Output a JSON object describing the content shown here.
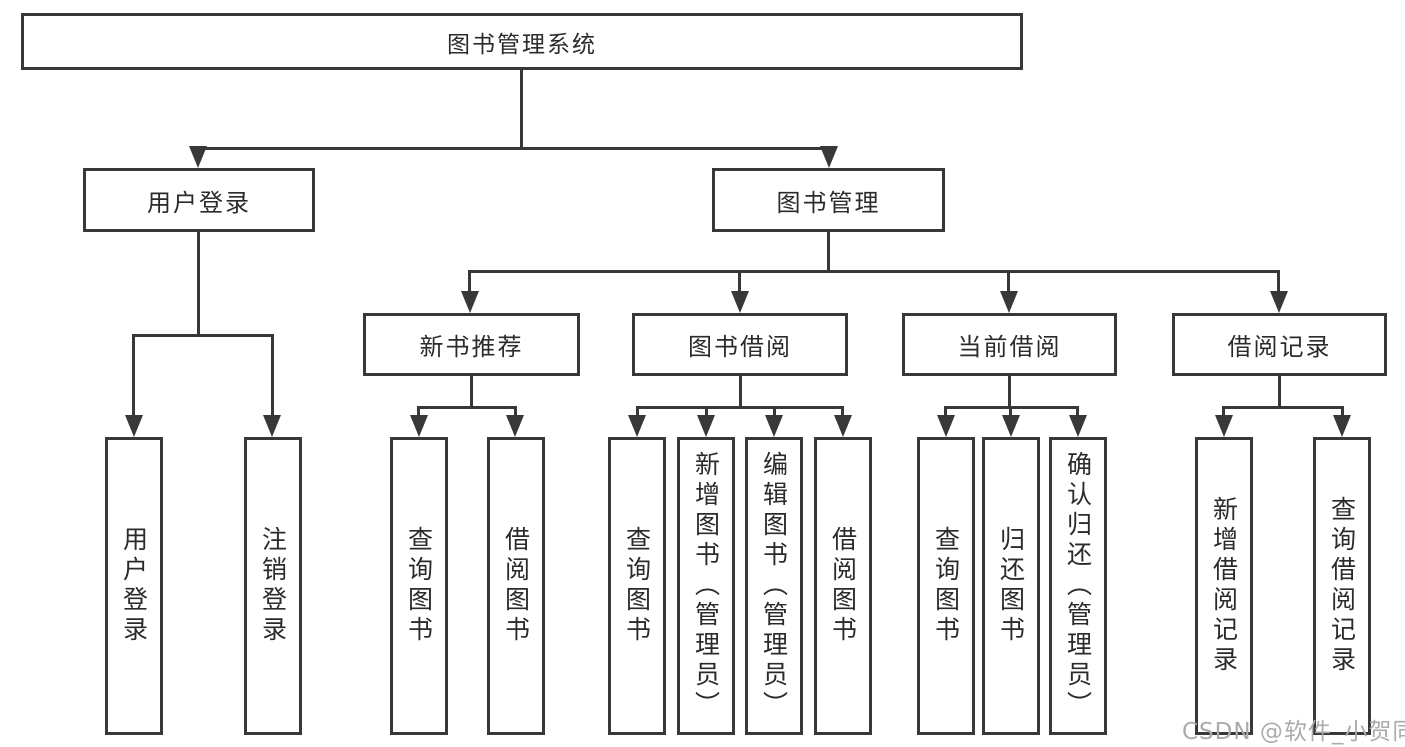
{
  "colors": {
    "line": "#383838",
    "box_border": "#383838",
    "box_background": "#ffffff",
    "text": "#2b2b2b",
    "watermark": "#ababab",
    "page_background": "#ffffff"
  },
  "diagram": {
    "root": {
      "label": "图书管理系统"
    },
    "level2": [
      {
        "label": "用户登录"
      },
      {
        "label": "图书管理"
      }
    ],
    "level3": [
      {
        "label": "新书推荐",
        "parent": "图书管理"
      },
      {
        "label": "图书借阅",
        "parent": "图书管理"
      },
      {
        "label": "当前借阅",
        "parent": "图书管理"
      },
      {
        "label": "借阅记录",
        "parent": "图书管理"
      }
    ],
    "leaves": [
      {
        "label": "用户登录",
        "parent": "用户登录"
      },
      {
        "label": "注销登录",
        "parent": "用户登录"
      },
      {
        "label": "查询图书",
        "parent": "新书推荐"
      },
      {
        "label": "借阅图书",
        "parent": "新书推荐"
      },
      {
        "label": "查询图书",
        "parent": "图书借阅"
      },
      {
        "label": "新增图书（管理员）",
        "parent": "图书借阅"
      },
      {
        "label": "编辑图书（管理员）",
        "parent": "图书借阅"
      },
      {
        "label": "借阅图书",
        "parent": "图书借阅"
      },
      {
        "label": "查询图书",
        "parent": "当前借阅"
      },
      {
        "label": "归还图书",
        "parent": "当前借阅"
      },
      {
        "label": "确认归还（管理员）",
        "parent": "当前借阅"
      },
      {
        "label": "新增借阅记录",
        "parent": "借阅记录"
      },
      {
        "label": "查询借阅记录",
        "parent": "借阅记录"
      }
    ]
  },
  "watermark": {
    "text": "CSDN @软件_小贺同学"
  }
}
